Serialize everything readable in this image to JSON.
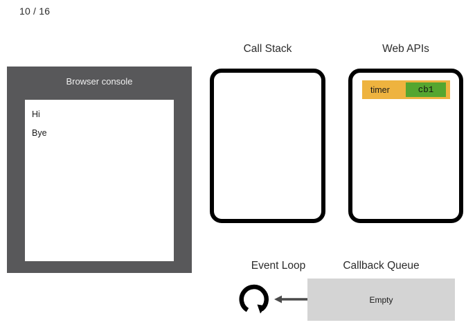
{
  "slide": {
    "counter": "10 / 16"
  },
  "console": {
    "title": "Browser console",
    "lines": [
      "Hi",
      "Bye"
    ]
  },
  "call_stack": {
    "title": "Call Stack",
    "frames": []
  },
  "web_apis": {
    "title": "Web APIs",
    "entries": [
      {
        "label": "timer",
        "callback": "cb1"
      }
    ]
  },
  "event_loop": {
    "title": "Event Loop",
    "icon": "circular-arrow-icon"
  },
  "callback_queue": {
    "title": "Callback Queue",
    "status": "Empty",
    "arrow_icon": "arrow-left-icon"
  },
  "colors": {
    "console_frame": "#58585a",
    "console_screen": "#ffffff",
    "box_border": "#000000",
    "timer_bg": "#eeb33f",
    "callback_chip_bg": "#55a630",
    "queue_bg": "#d4d4d4",
    "arrow": "#4a4a4a",
    "text": "#2b2b2b"
  }
}
